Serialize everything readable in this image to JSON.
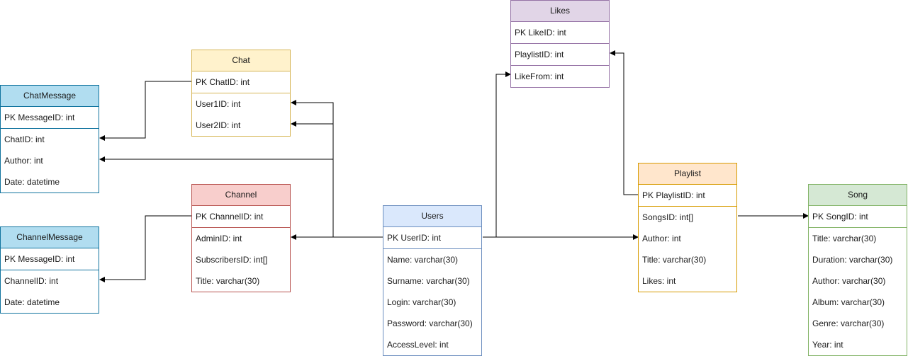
{
  "entities": [
    {
      "id": "chatmessage",
      "name": "ChatMessage",
      "header_color": "#b1ddf0",
      "border_color": "#10739e",
      "rows": [
        "PK MessageID: int",
        "ChatID: int",
        "Author: int",
        "Date: datetime"
      ]
    },
    {
      "id": "channelmessage",
      "name": "ChannelMessage",
      "header_color": "#b1ddf0",
      "border_color": "#10739e",
      "rows": [
        "PK MessageID: int",
        "ChannelID: int",
        "Date: datetime"
      ]
    },
    {
      "id": "chat",
      "name": "Chat",
      "header_color": "#fff2cc",
      "border_color": "#d6b656",
      "rows": [
        "PK ChatID: int",
        "User1ID: int",
        "User2ID: int"
      ]
    },
    {
      "id": "channel",
      "name": "Channel",
      "header_color": "#f8cecc",
      "border_color": "#b85450",
      "rows": [
        "PK ChannelID: int",
        "AdminID: int",
        "SubscribersID: int[]",
        "Title: varchar(30)"
      ]
    },
    {
      "id": "users",
      "name": "Users",
      "header_color": "#dae8fc",
      "border_color": "#6c8ebf",
      "rows": [
        "PK UserID: int",
        "Name: varchar(30)",
        "Surname: varchar(30)",
        "Login: varchar(30)",
        "Password: varchar(30)",
        "AccessLevel: int"
      ]
    },
    {
      "id": "likes",
      "name": "Likes",
      "header_color": "#e1d5e7",
      "border_color": "#9673a6",
      "rows": [
        "PK LikeID: int",
        "PlaylistID: int",
        "LikeFrom: int"
      ]
    },
    {
      "id": "playlist",
      "name": "Playlist",
      "header_color": "#ffe6cc",
      "border_color": "#d79b00",
      "rows": [
        "PK PlaylistID: int",
        "SongsID: int[]",
        "Author: int",
        "Title: varchar(30)",
        "Likes: int"
      ]
    },
    {
      "id": "song",
      "name": "Song",
      "header_color": "#d5e8d4",
      "border_color": "#82b366",
      "rows": [
        "PK SongID: int",
        "Title: varchar(30)",
        "Duration: varchar(30)",
        "Author: varchar(30)",
        "Album: varchar(30)",
        "Genre: varchar(30)",
        "Year: int"
      ]
    }
  ],
  "relations": [
    {
      "from": "chat.PK ChatID: int",
      "to": "chatmessage.ChatID: int"
    },
    {
      "from": "users.PK UserID: int",
      "to": "chat.User1ID: int"
    },
    {
      "from": "users.PK UserID: int",
      "to": "chat.User2ID: int"
    },
    {
      "from": "users.PK UserID: int",
      "to": "chatmessage.Author: int"
    },
    {
      "from": "users.PK UserID: int",
      "to": "channel.AdminID: int"
    },
    {
      "from": "channel.PK ChannelID: int",
      "to": "channelmessage.ChannelID: int"
    },
    {
      "from": "users.PK UserID: int",
      "to": "likes.LikeFrom: int"
    },
    {
      "from": "users.PK UserID: int",
      "to": "playlist.Author: int"
    },
    {
      "from": "playlist.PK PlaylistID: int",
      "to": "likes.PlaylistID: int"
    },
    {
      "from": "playlist.SongsID: int[]",
      "to": "song.PK SongID: int"
    }
  ],
  "connector_color": "#000000"
}
